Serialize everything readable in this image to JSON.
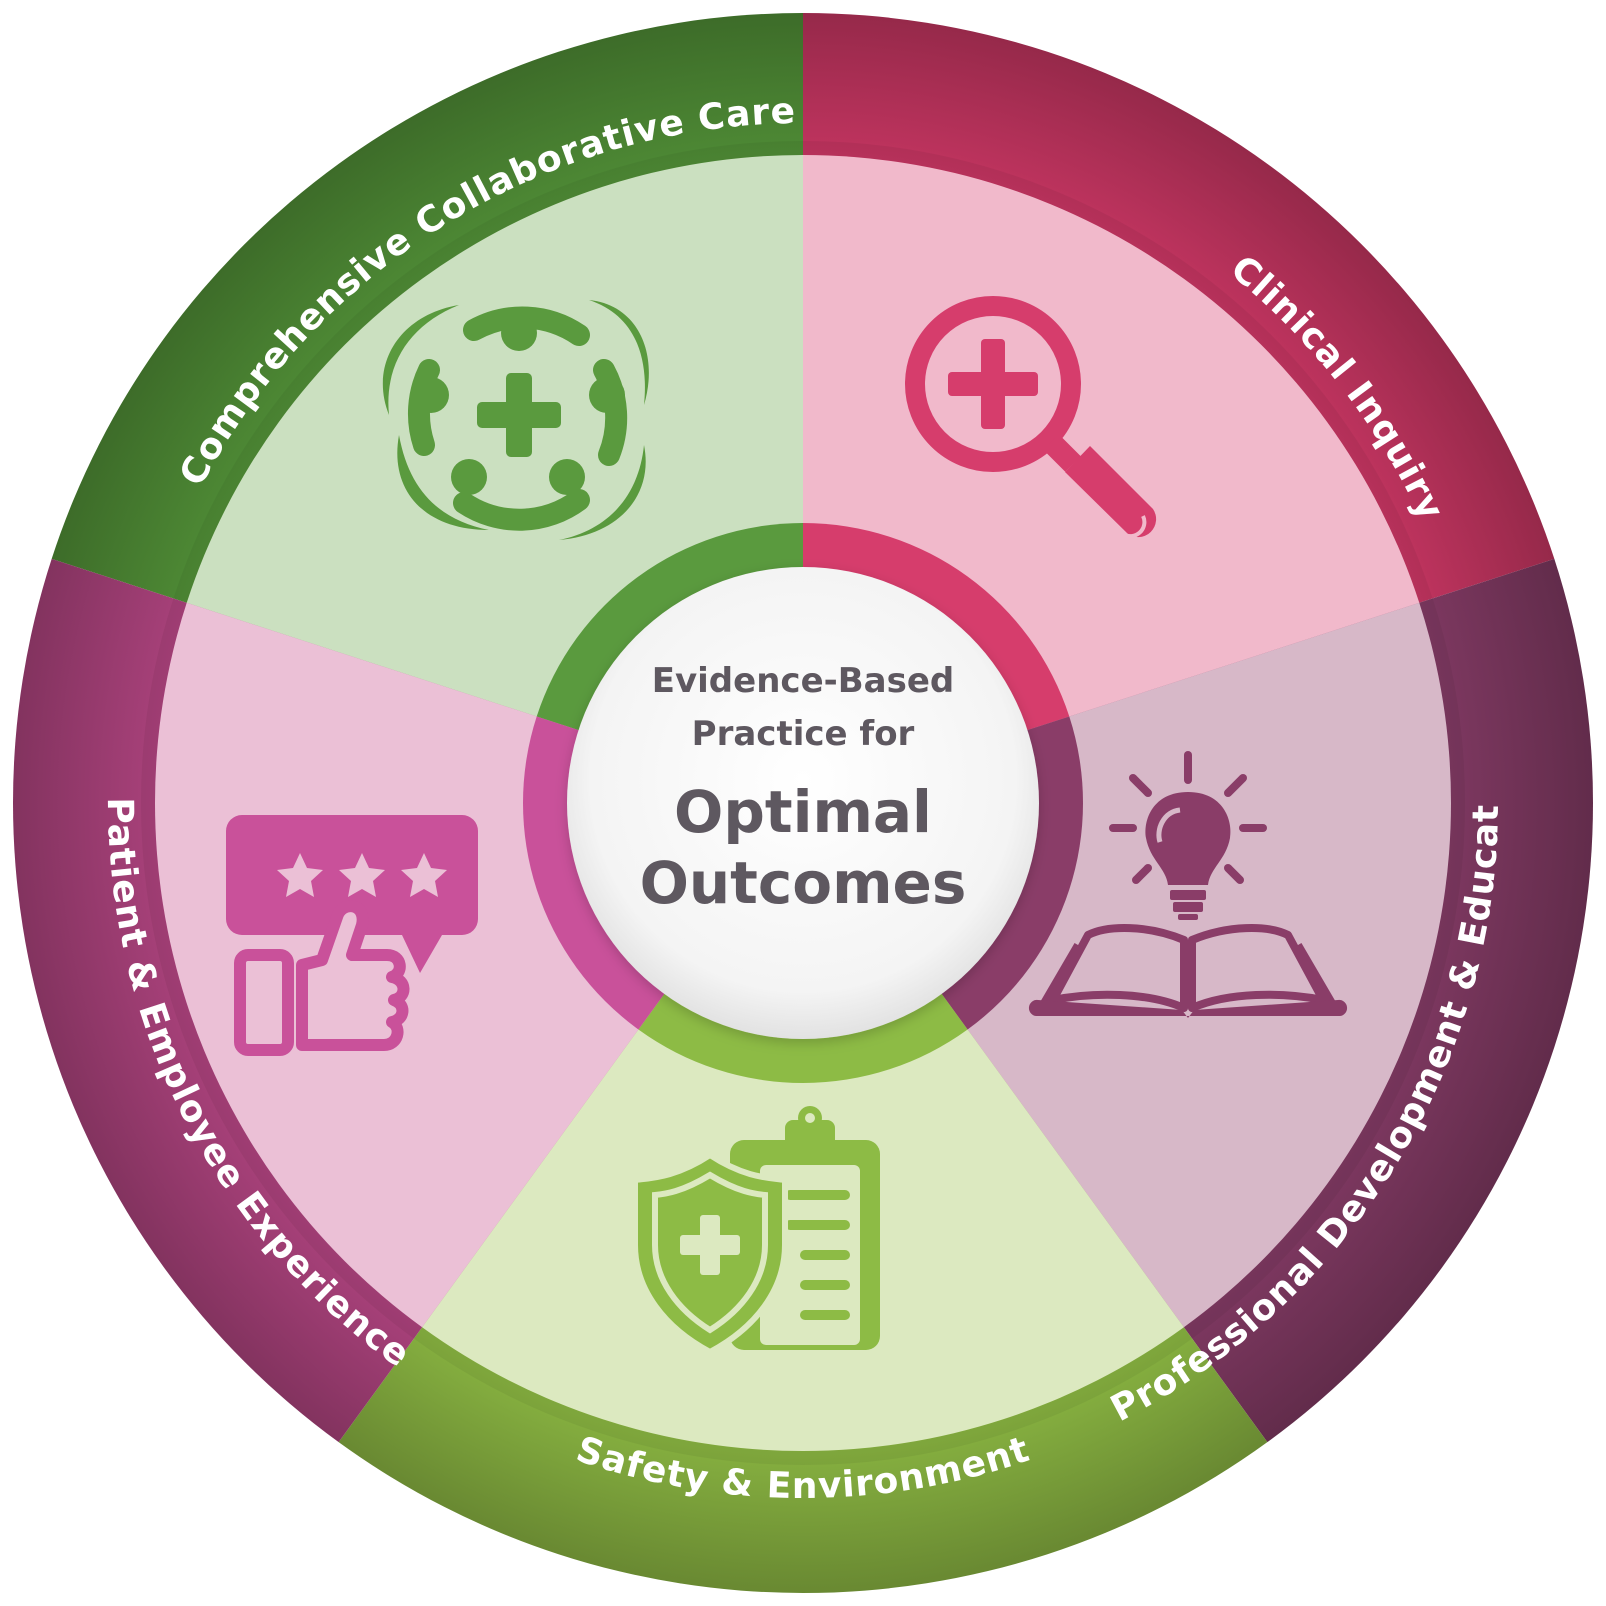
{
  "segments": [
    {
      "id": "collab",
      "label": "Comprehensive Collaborative Care",
      "icon": "collaborative-care-icon",
      "outer": "#4e8a35",
      "inner": "#cbe0c0",
      "ico": "#5a9a3e"
    },
    {
      "id": "inquiry",
      "label": "Clinical Inquiry",
      "icon": "magnifier-plus-icon",
      "outer": "#c0345f",
      "inner": "#f1b9cb",
      "ico": "#d63d6c"
    },
    {
      "id": "prodev",
      "label": "Professional Development & Education",
      "icon": "lightbulb-book-icon",
      "outer": "#7d3860",
      "inner": "#d7b8c8",
      "ico": "#8a3d68"
    },
    {
      "id": "safety",
      "label": "Safety & Environment",
      "icon": "shield-clipboard-icon",
      "outer": "#86b040",
      "inner": "#dce9c0",
      "ico": "#8dbb45"
    },
    {
      "id": "experience",
      "label": "Patient & Employee Experience",
      "icon": "rating-thumbs-up-icon",
      "outer": "#a8417a",
      "inner": "#ebc0d6",
      "ico": "#c9519a"
    }
  ],
  "center": {
    "line1": "Evidence-Based",
    "line2": "Practice for",
    "line3": "Optimal",
    "line4": "Outcomes"
  }
}
